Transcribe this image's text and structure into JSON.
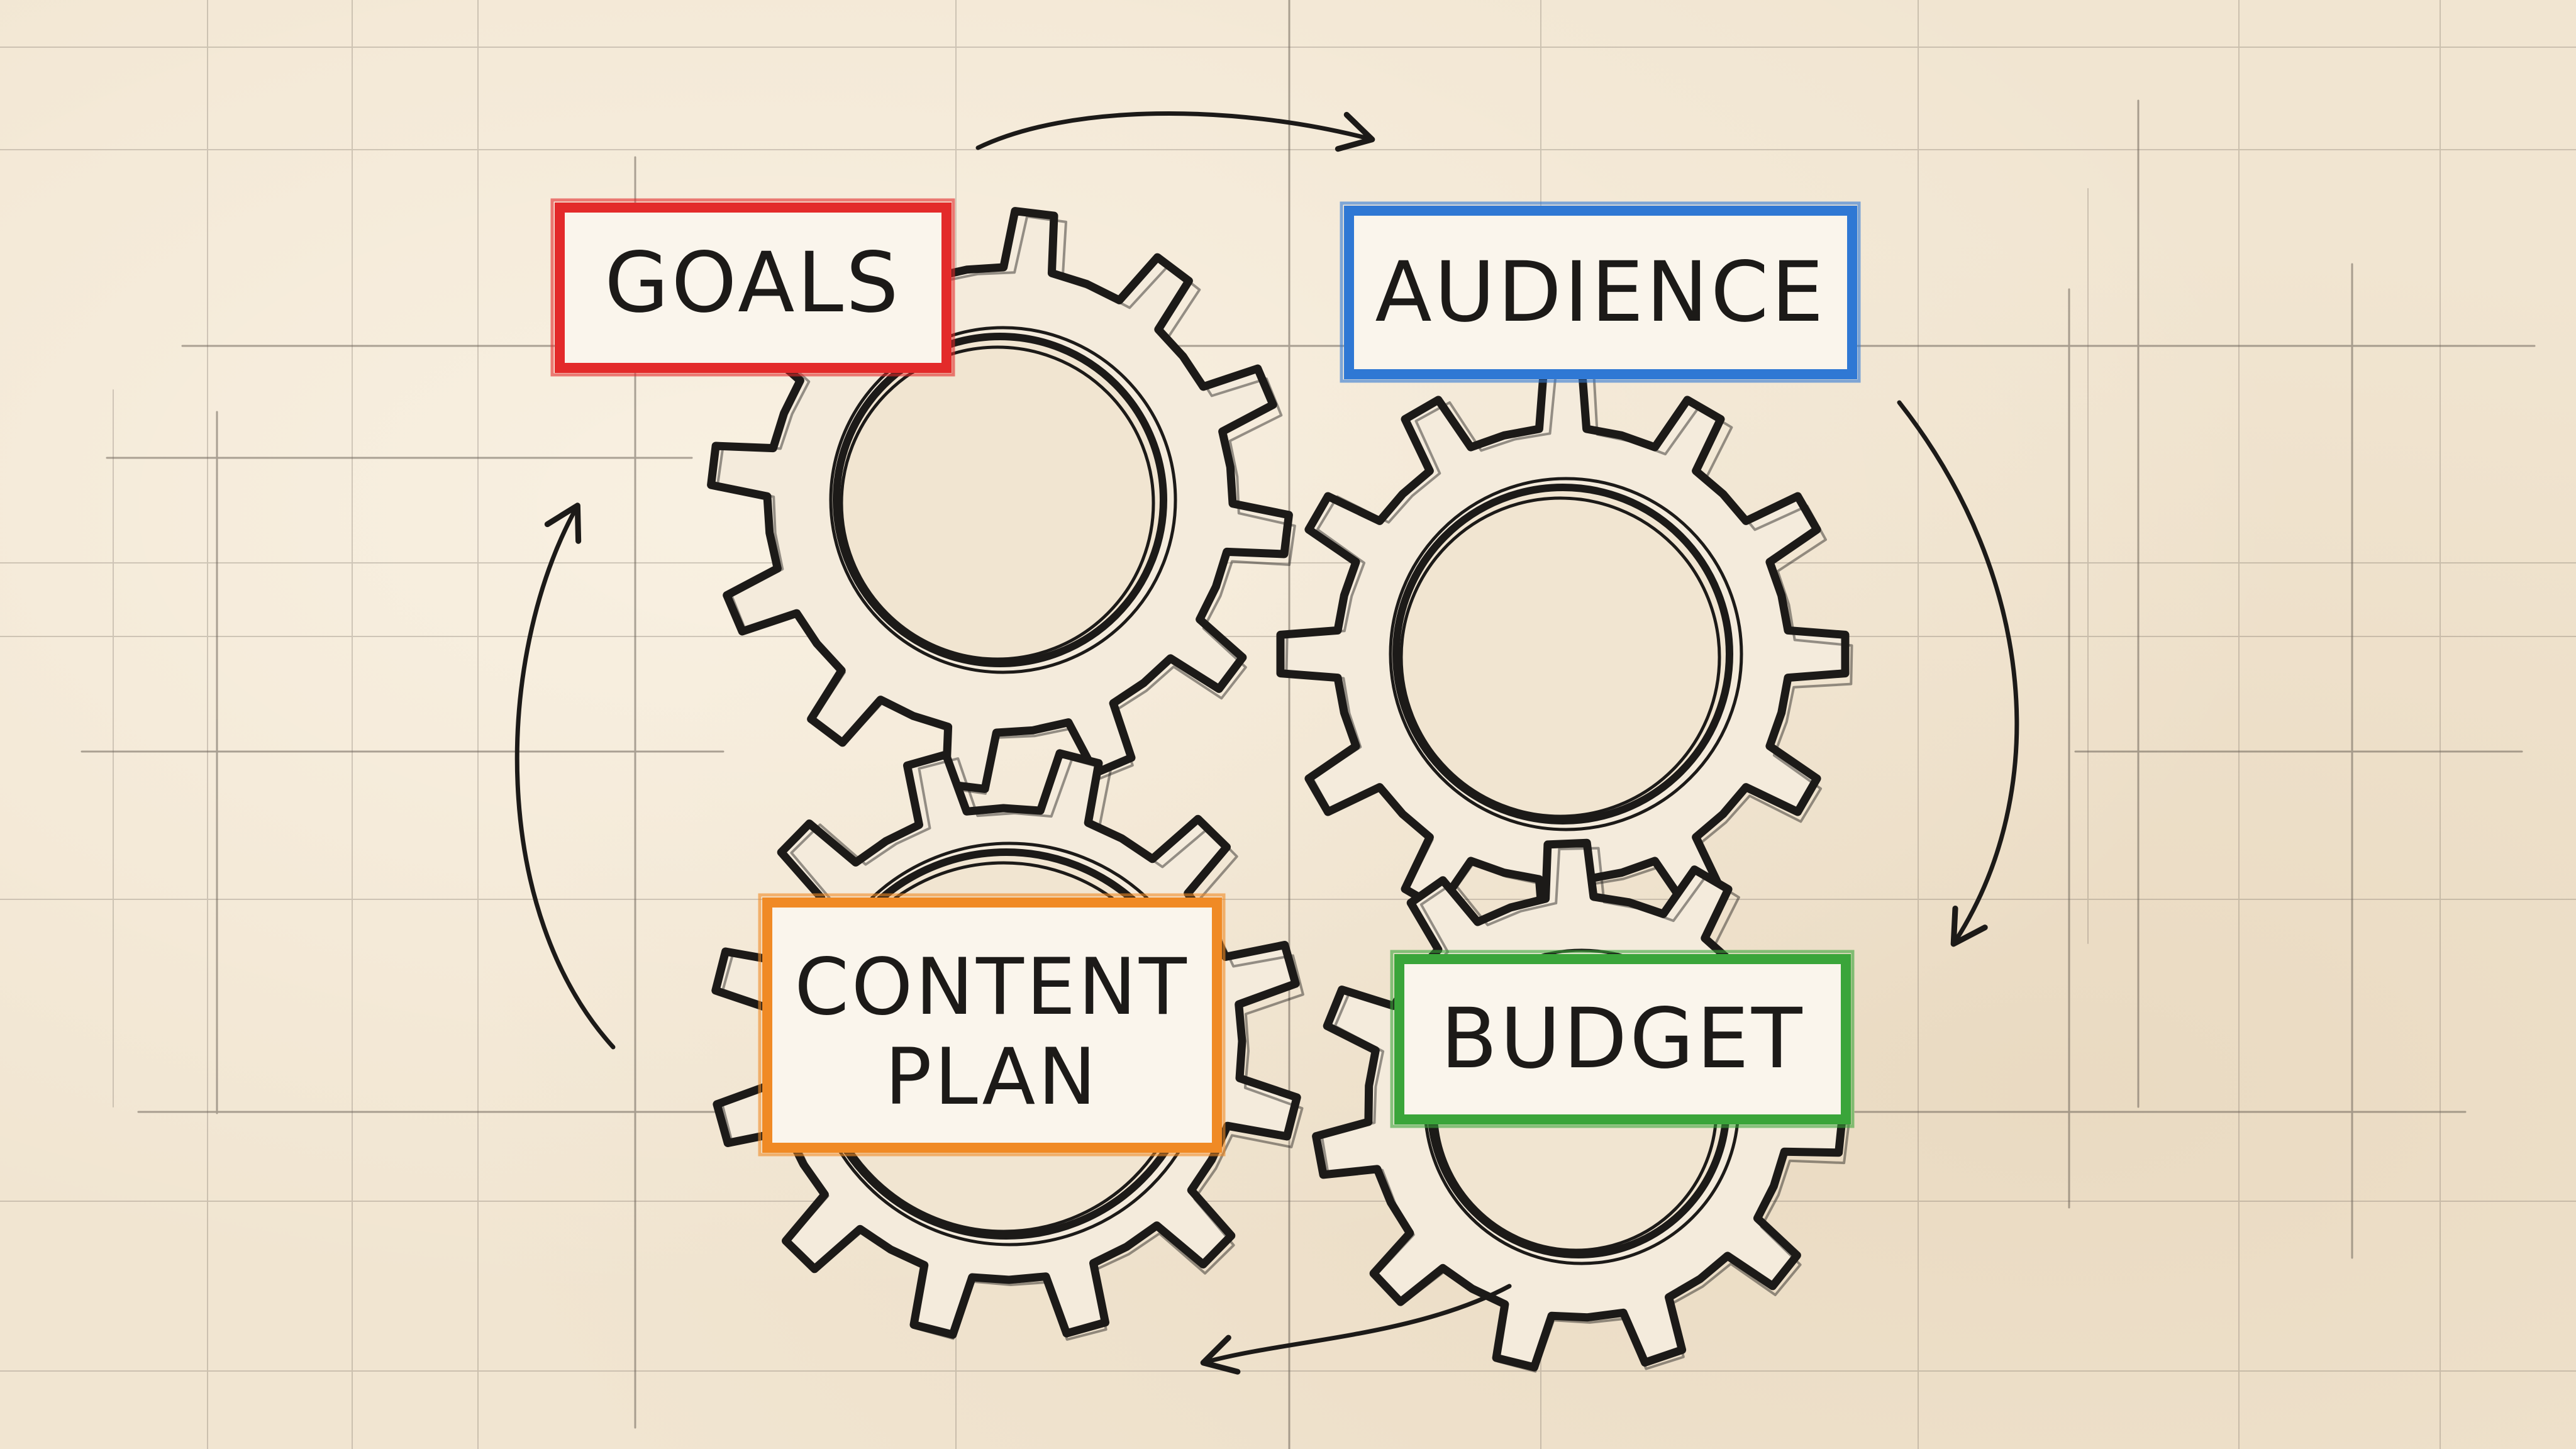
{
  "labels": [
    {
      "id": "goals",
      "lines": [
        "GOALS"
      ],
      "color": "#e32a2a"
    },
    {
      "id": "audience",
      "lines": [
        "AUDIENCE"
      ],
      "color": "#2f78d4"
    },
    {
      "id": "content_plan",
      "lines": [
        "CONTENT",
        "PLAN"
      ],
      "color": "#f08a25"
    },
    {
      "id": "budget",
      "lines": [
        "BUDGET"
      ],
      "color": "#3aa53a"
    }
  ],
  "colors": {
    "paper": "#f1e5d1",
    "ink": "#1c1a18",
    "grid": "#6b6258"
  },
  "icons": {
    "gears": "gear-icon",
    "cycle_arrows": "curved-arrow-icon"
  }
}
